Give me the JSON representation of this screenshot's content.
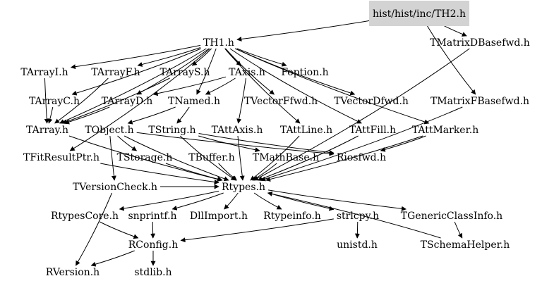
{
  "graph": {
    "root_fill": "#d3d3d3",
    "edge_color": "#000000",
    "nodes": [
      {
        "id": "th2",
        "label": "hist/hist/inc/TH2.h",
        "root": true
      },
      {
        "id": "th1",
        "label": "TH1.h"
      },
      {
        "id": "tmatrixdbasefwd",
        "label": "TMatrixDBasefwd.h"
      },
      {
        "id": "tarrayi",
        "label": "TArrayI.h"
      },
      {
        "id": "tarrayf",
        "label": "TArrayF.h"
      },
      {
        "id": "tarrays",
        "label": "TArrayS.h"
      },
      {
        "id": "taxis",
        "label": "TAxis.h"
      },
      {
        "id": "foption",
        "label": "Foption.h"
      },
      {
        "id": "tarrayc",
        "label": "TArrayC.h"
      },
      {
        "id": "tarrayd",
        "label": "TArrayD.h"
      },
      {
        "id": "tnamed",
        "label": "TNamed.h"
      },
      {
        "id": "tvectorffwd",
        "label": "TVectorFfwd.h"
      },
      {
        "id": "tvectordfwd",
        "label": "TVectorDfwd.h"
      },
      {
        "id": "tmatrixfbasefwd",
        "label": "TMatrixFBasefwd.h"
      },
      {
        "id": "tarray",
        "label": "TArray.h"
      },
      {
        "id": "tobject",
        "label": "TObject.h"
      },
      {
        "id": "tstring",
        "label": "TString.h"
      },
      {
        "id": "tattaxis",
        "label": "TAttAxis.h"
      },
      {
        "id": "tattline",
        "label": "TAttLine.h"
      },
      {
        "id": "tattfill",
        "label": "TAttFill.h"
      },
      {
        "id": "tattmarker",
        "label": "TAttMarker.h"
      },
      {
        "id": "tfitresultptr",
        "label": "TFitResultPtr.h"
      },
      {
        "id": "tstorage",
        "label": "TStorage.h"
      },
      {
        "id": "tbuffer",
        "label": "TBuffer.h"
      },
      {
        "id": "tmathbase",
        "label": "TMathBase.h"
      },
      {
        "id": "riosfwd",
        "label": "Riosfwd.h"
      },
      {
        "id": "tversioncheck",
        "label": "TVersionCheck.h"
      },
      {
        "id": "rtypes",
        "label": "Rtypes.h"
      },
      {
        "id": "rtypescore",
        "label": "RtypesCore.h"
      },
      {
        "id": "snprintf",
        "label": "snprintf.h"
      },
      {
        "id": "dllimport",
        "label": "DllImport.h"
      },
      {
        "id": "rtypeinfo",
        "label": "Rtypeinfo.h"
      },
      {
        "id": "strlcpy",
        "label": "strlcpy.h"
      },
      {
        "id": "tgenericclassinfo",
        "label": "TGenericClassInfo.h"
      },
      {
        "id": "rconfig",
        "label": "RConfig.h"
      },
      {
        "id": "unistd",
        "label": "unistd.h"
      },
      {
        "id": "tschemahelper",
        "label": "TSchemaHelper.h"
      },
      {
        "id": "rversion",
        "label": "RVersion.h"
      },
      {
        "id": "stdlib",
        "label": "stdlib.h"
      }
    ],
    "edges": [
      [
        "th2",
        "th1"
      ],
      [
        "th2",
        "tmatrixdbasefwd"
      ],
      [
        "th2",
        "tmatrixfbasefwd"
      ],
      [
        "th1",
        "tarrayi"
      ],
      [
        "th1",
        "tarrayf"
      ],
      [
        "th1",
        "tarrays"
      ],
      [
        "th1",
        "taxis"
      ],
      [
        "th1",
        "foption"
      ],
      [
        "th1",
        "tarrayc"
      ],
      [
        "th1",
        "tarrayd"
      ],
      [
        "th1",
        "tnamed"
      ],
      [
        "th1",
        "tvectorffwd"
      ],
      [
        "th1",
        "tvectordfwd"
      ],
      [
        "th1",
        "tarray"
      ],
      [
        "th1",
        "tfitresultptr"
      ],
      [
        "th1",
        "tattline"
      ],
      [
        "th1",
        "tattfill"
      ],
      [
        "th1",
        "tattmarker"
      ],
      [
        "tmatrixdbasefwd",
        "rtypes"
      ],
      [
        "tmatrixfbasefwd",
        "rtypes"
      ],
      [
        "tarrayi",
        "tarray"
      ],
      [
        "tarrayf",
        "tarray"
      ],
      [
        "tarrays",
        "tarray"
      ],
      [
        "tarrayc",
        "tarray"
      ],
      [
        "tarrayd",
        "tarray"
      ],
      [
        "taxis",
        "tnamed"
      ],
      [
        "taxis",
        "tattaxis"
      ],
      [
        "taxis",
        "tarrayd"
      ],
      [
        "tnamed",
        "tobject"
      ],
      [
        "tnamed",
        "tstring"
      ],
      [
        "tarray",
        "rtypes"
      ],
      [
        "tobject",
        "tstorage"
      ],
      [
        "tobject",
        "rtypes"
      ],
      [
        "tobject",
        "riosfwd"
      ],
      [
        "tobject",
        "tversioncheck"
      ],
      [
        "tstring",
        "tmathbase"
      ],
      [
        "tstring",
        "riosfwd"
      ],
      [
        "tstring",
        "rtypes"
      ],
      [
        "tattaxis",
        "rtypes"
      ],
      [
        "tattline",
        "rtypes"
      ],
      [
        "tattfill",
        "rtypes"
      ],
      [
        "tattmarker",
        "rtypes"
      ],
      [
        "tattmarker",
        "riosfwd"
      ],
      [
        "tfitresultptr",
        "rtypes"
      ],
      [
        "tstorage",
        "rtypes"
      ],
      [
        "tbuffer",
        "rtypes"
      ],
      [
        "tmathbase",
        "rtypes"
      ],
      [
        "tversioncheck",
        "rtypes"
      ],
      [
        "tversioncheck",
        "rversion"
      ],
      [
        "rtypes",
        "rtypescore"
      ],
      [
        "rtypes",
        "snprintf"
      ],
      [
        "rtypes",
        "dllimport"
      ],
      [
        "rtypes",
        "rtypeinfo"
      ],
      [
        "rtypes",
        "strlcpy"
      ],
      [
        "rtypes",
        "tgenericclassinfo"
      ],
      [
        "rtypescore",
        "rconfig"
      ],
      [
        "snprintf",
        "rconfig"
      ],
      [
        "strlcpy",
        "rconfig"
      ],
      [
        "strlcpy",
        "unistd"
      ],
      [
        "rconfig",
        "rversion"
      ],
      [
        "rconfig",
        "stdlib"
      ],
      [
        "tgenericclassinfo",
        "tschemahelper"
      ],
      [
        "tschemahelper",
        "rtypes"
      ]
    ]
  }
}
